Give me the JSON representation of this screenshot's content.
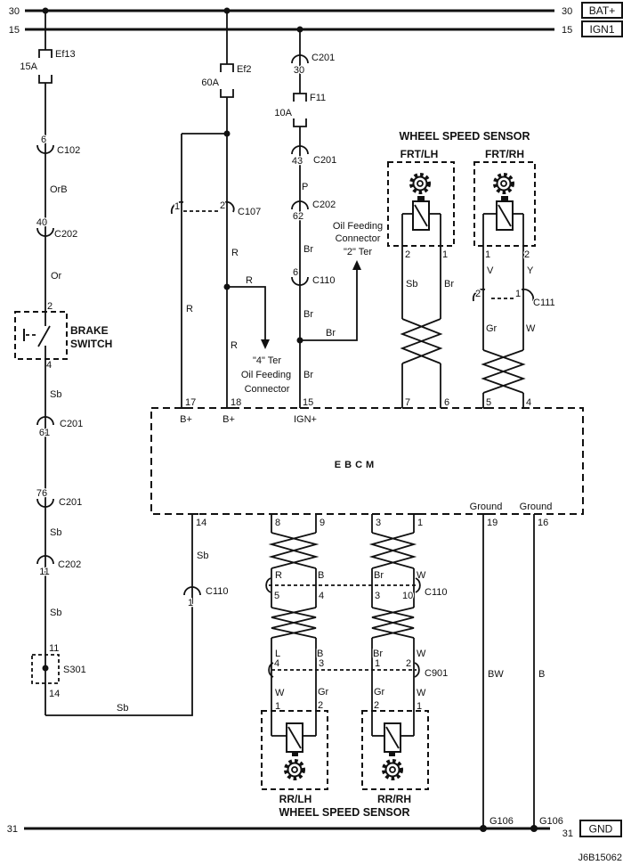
{
  "title_block": {
    "doc_id": "J6B15062"
  },
  "buses": {
    "b30_left": "30",
    "b30_right": "30",
    "bat": "BAT+",
    "b15_left": "15",
    "b15_right": "15",
    "ign1": "IGN1",
    "b31_left": "31",
    "b31_right": "31",
    "gnd": "GND"
  },
  "left": {
    "fuse": "Ef13",
    "rating": "15A",
    "c102_pin": "6",
    "c102": "C102",
    "wire_orb": "OrB",
    "c202_pin": "40",
    "c202": "C202",
    "wire_or": "Or",
    "brake_pin_top": "2",
    "brake_line1": "BRAKE",
    "brake_line2": "SWITCH",
    "brake_pin_bottom": "4",
    "wire_sb1": "Sb",
    "c201_61_pin": "61",
    "c201_61": "C201",
    "c201_76_pin": "76",
    "c201_76": "C201",
    "wire_sb2": "Sb",
    "c202_11_pin": "11",
    "c202_11": "C202",
    "wire_sb3": "Sb",
    "s301_pin_top": "11",
    "s301": "S301",
    "s301_pin_bottom": "14",
    "wire_sb4": "Sb",
    "c110_pin": "1",
    "c110": "C110"
  },
  "mid": {
    "fuse": "Ef2",
    "rating": "60A",
    "c107_pin1": "1",
    "c107_pin2": "2",
    "c107": "C107",
    "wire_r_left": "R",
    "wire_r_top": "R",
    "wire_r_branch": "R",
    "wire_r_bottom": "R",
    "oil4": [
      "\"4\" Ter",
      "Oil Feeding",
      "Connector"
    ],
    "pin17": "17",
    "pin18": "18",
    "bplus1": "B+",
    "bplus2": "B+"
  },
  "ign": {
    "c201_30_pin": "30",
    "c201_30": "C201",
    "fuse": "F11",
    "rating": "10A",
    "c201_43_pin": "43",
    "c201_43": "C201",
    "wire_p": "P",
    "c202_62_pin": "62",
    "c202_62": "C202",
    "wire_br1": "Br",
    "c110_6_pin": "6",
    "c110_6": "C110",
    "wire_br2": "Br",
    "wire_br3": "Br",
    "wire_br4": "Br",
    "oil2": [
      "Oil Feeding",
      "Connector",
      "\"2\" Ter"
    ],
    "pin15": "15",
    "ignplus": "IGN+"
  },
  "front": {
    "heading": "WHEEL SPEED SENSOR",
    "lh_title": "FRT/LH",
    "rh_title": "FRT/RH",
    "lh_pin_left": "2",
    "lh_pin_right": "1",
    "lh_wire_left": "Sb",
    "lh_wire_right": "Br",
    "pin7": "7",
    "pin6": "6",
    "rh_pin_left": "1",
    "rh_pin_right": "2",
    "rh_wire_left": "V",
    "rh_wire_right": "Y",
    "c111_pin_left": "2",
    "c111_pin_right": "1",
    "c111": "C111",
    "rh_wire2_left": "Gr",
    "rh_wire2_right": "W",
    "pin5": "5",
    "pin4": "4"
  },
  "ebcm": {
    "title": "EBCM",
    "ground1": "Ground",
    "ground2": "Ground",
    "pin14": "14",
    "pin8": "8",
    "pin9": "9",
    "pin3": "3",
    "pin1": "1",
    "pin19": "19",
    "pin16": "16"
  },
  "rear": {
    "wire_sb_vert": "Sb",
    "upper_wires": [
      "R",
      "B",
      "Br",
      "W"
    ],
    "c110_pins": [
      "5",
      "4",
      "3",
      "10"
    ],
    "c110": "C110",
    "lower_wires": [
      "L",
      "B",
      "Br",
      "W"
    ],
    "c901_pins": [
      "4",
      "3",
      "1",
      "2"
    ],
    "c901": "C901",
    "sensor_wires": [
      "W",
      "Gr",
      "Gr",
      "W"
    ],
    "sensor_pins": [
      "1",
      "2",
      "2",
      "1"
    ],
    "lh_title": "RR/LH",
    "rh_title": "RR/RH",
    "heading": "WHEEL SPEED SENSOR"
  },
  "grounds": {
    "wire_left": "BW",
    "wire_right": "B",
    "g106_left": "G106",
    "g106_right": "G106"
  }
}
